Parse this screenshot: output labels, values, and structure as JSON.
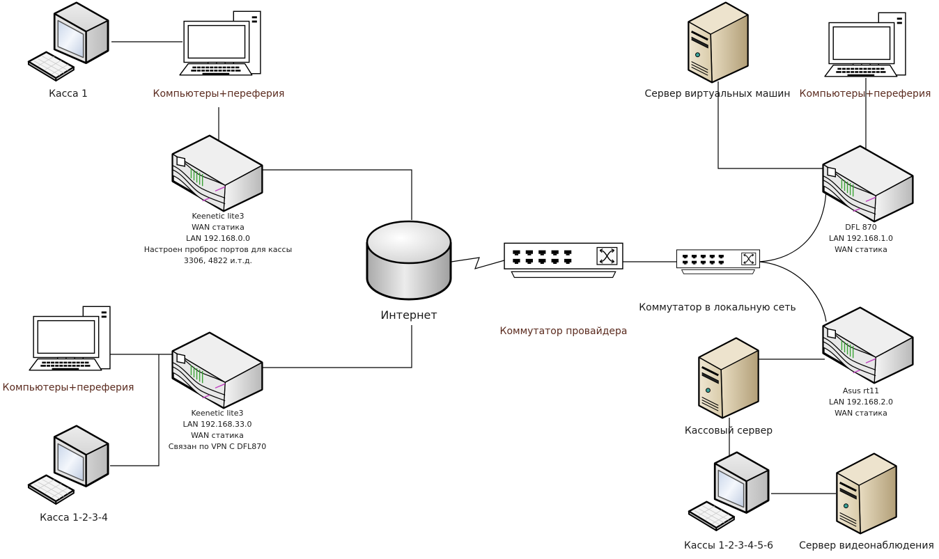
{
  "title": "Схема сети",
  "colors": {
    "line": "#000000",
    "label_text": "#1a1a1a",
    "peripheral_label": "#5a2a1e",
    "router_led_green": "#3aa335",
    "router_led_magenta": "#c040c0",
    "server_body": "#e2d7bf"
  },
  "nodes": {
    "kassa1": {
      "label": "Касса 1",
      "icon": "cash-register-pc-icon"
    },
    "pc_top_left": {
      "label": "Компьютеры+переферия",
      "icon": "desktop-pc-icon"
    },
    "router_top_left": {
      "icon": "router-icon",
      "lines": [
        "Keenetic lite3",
        "WAN статика",
        "LAN 192.168.0.0",
        "Настроен проброс портов для кассы",
        "3306, 4822 и.т.д."
      ]
    },
    "internet": {
      "label": "Интернет",
      "icon": "cloud-database-cylinder-icon"
    },
    "provider_switch": {
      "label": "Коммутатор провайдера",
      "icon": "switch-icon"
    },
    "local_switch": {
      "label": "Коммутатор в локальную сеть",
      "icon": "switch-icon"
    },
    "pc_bottom_left": {
      "label": "Компьютеры+переферия",
      "icon": "desktop-pc-icon"
    },
    "router_bottom_left": {
      "icon": "router-icon",
      "lines": [
        "Keenetic lite3",
        "LAN 192.168.33.0",
        "WAN статика",
        "Связан по VPN С DFL870"
      ]
    },
    "kassa_1234": {
      "label": "Касса 1-2-3-4",
      "icon": "cash-register-pc-icon"
    },
    "vm_server": {
      "label": "Сервер виртуальных машин",
      "icon": "server-tower-icon"
    },
    "pc_top_right": {
      "label": "Компьютеры+переферия",
      "icon": "desktop-pc-icon"
    },
    "dfl870": {
      "icon": "router-icon",
      "lines": [
        "DFL 870",
        "LAN 192.168.1.0",
        "WAN статика"
      ]
    },
    "asus": {
      "icon": "router-icon",
      "lines": [
        "Asus rt11",
        "LAN 192.168.2.0",
        "WAN статика"
      ]
    },
    "cash_server": {
      "label": "Кассовый сервер",
      "icon": "server-tower-icon"
    },
    "kassy_123456": {
      "label": "Кассы 1-2-3-4-5-6",
      "icon": "cash-register-pc-icon"
    },
    "video_server": {
      "label": "Сервер видеонаблюдения",
      "icon": "server-tower-icon"
    }
  },
  "connections": [
    [
      "kassa1",
      "pc_top_left"
    ],
    [
      "pc_top_left",
      "router_top_left"
    ],
    [
      "router_top_left",
      "internet"
    ],
    [
      "router_bottom_left",
      "internet"
    ],
    [
      "internet",
      "provider_switch"
    ],
    [
      "provider_switch",
      "local_switch"
    ],
    [
      "local_switch",
      "dfl870"
    ],
    [
      "local_switch",
      "asus"
    ],
    [
      "vm_server",
      "dfl870"
    ],
    [
      "pc_top_right",
      "dfl870"
    ],
    [
      "pc_bottom_left",
      "router_bottom_left"
    ],
    [
      "kassa_1234",
      "router_bottom_left"
    ],
    [
      "asus",
      "cash_server"
    ],
    [
      "cash_server",
      "kassy_123456"
    ],
    [
      "kassy_123456",
      "video_server"
    ]
  ]
}
